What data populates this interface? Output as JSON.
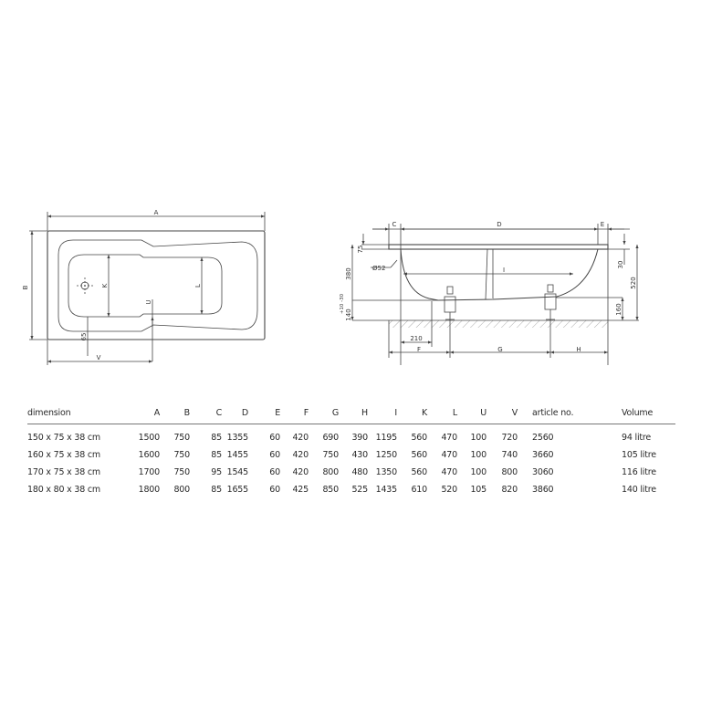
{
  "top_view": {
    "labels": {
      "A": "A",
      "B": "B",
      "K": "K",
      "L": "L",
      "U": "U",
      "V": "V",
      "d65": "65"
    }
  },
  "side_view": {
    "labels": {
      "C": "C",
      "D": "D",
      "E": "E",
      "I": "I",
      "F": "F",
      "G": "G",
      "H": "H",
      "d210": "210",
      "d75": "75",
      "d380": "380",
      "d52": "Ø52",
      "d140": "140",
      "tol": "+10 -30",
      "d30": "30",
      "d520": "520",
      "d160": "160"
    }
  },
  "table": {
    "headers": [
      "dimension",
      "A",
      "B",
      "C",
      "D",
      "E",
      "F",
      "G",
      "H",
      "I",
      "K",
      "L",
      "U",
      "V",
      "article no.",
      "Volume"
    ],
    "rows": [
      [
        "150 x 75 x 38 cm",
        "1500",
        "750",
        "85",
        "1355",
        "60",
        "420",
        "690",
        "390",
        "1195",
        "560",
        "470",
        "100",
        "720",
        "2560",
        "94 litre"
      ],
      [
        "160 x 75 x 38 cm",
        "1600",
        "750",
        "85",
        "1455",
        "60",
        "420",
        "750",
        "430",
        "1250",
        "560",
        "470",
        "100",
        "740",
        "3660",
        "105 litre"
      ],
      [
        "170 x 75 x 38 cm",
        "1700",
        "750",
        "95",
        "1545",
        "60",
        "420",
        "800",
        "480",
        "1350",
        "560",
        "470",
        "100",
        "800",
        "3060",
        "116 litre"
      ],
      [
        "180 x 80 x 38 cm",
        "1800",
        "800",
        "85",
        "1655",
        "60",
        "425",
        "850",
        "525",
        "1435",
        "610",
        "520",
        "105",
        "820",
        "3860",
        "140 litre"
      ]
    ]
  }
}
